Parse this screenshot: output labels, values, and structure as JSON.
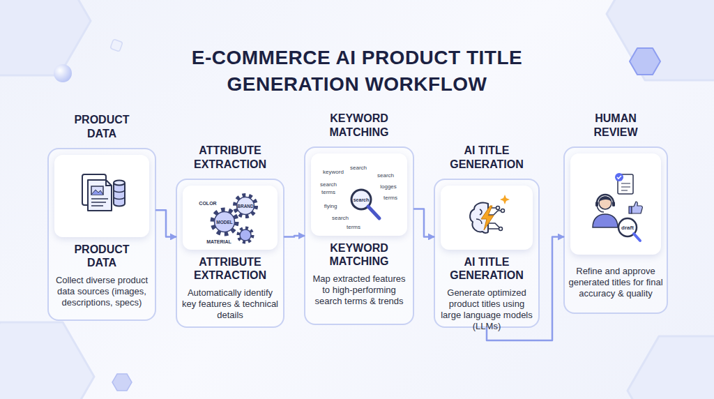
{
  "diagram": {
    "title": "E-COMMERCE AI PRODUCT TITLE GENERATION WORKFLOW",
    "nodes": [
      {
        "text": [
          "PRODUCT DATA",
          "PRODUCT DATA",
          "Collect diverse product data sources (images, descriptions, specs)"
        ]
      },
      {
        "text": [
          "ATTRIBUTE EXTRACTION",
          "ATTRIBUTE EXTRACTION",
          "Automatically identify key features & technical details"
        ]
      },
      {
        "text": [
          "KEYWORD MATCHING",
          "KEYWORD MATCHING",
          "Map extracted features to high-performing search terms & trends"
        ]
      },
      {
        "text": [
          "AI TITLE GENERATION",
          "AI TITLE GENERATION",
          "Generate optimized product titles using large language models (LLMs)"
        ]
      },
      {
        "text": [
          "HUMAN REVIEW",
          "Refine and approve generated titles for final accuracy & quality"
        ]
      }
    ],
    "edges": [
      {
        "from": 0,
        "to": 1,
        "arrow": "to"
      },
      {
        "from": 1,
        "to": 2,
        "arrow": "to"
      },
      {
        "from": 2,
        "to": 3,
        "arrow": "to"
      },
      {
        "from": 3,
        "to": 4,
        "arrow": "to"
      }
    ],
    "labels": [
      "COLOR",
      "BRAND",
      "MODEL",
      "MATERIAL",
      "keyword",
      "search",
      "search",
      "search",
      "terms",
      "search",
      "logges",
      "terms",
      "flying",
      "search",
      "terms",
      "draft"
    ]
  }
}
